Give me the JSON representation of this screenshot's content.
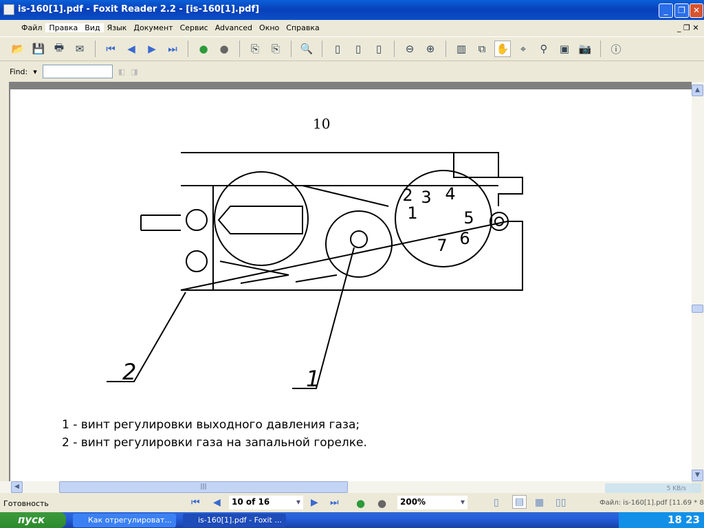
{
  "window": {
    "title": "is-160[1].pdf - Foxit Reader 2.2 - [is-160[1].pdf]"
  },
  "menu": [
    "Файл",
    "Правка",
    "Вид",
    "Язык",
    "Документ",
    "Сервис",
    "Advanced",
    "Окно",
    "Справка"
  ],
  "find": {
    "label": "Find:",
    "value": ""
  },
  "document": {
    "page_number": "10",
    "callout_1": "1",
    "callout_2": "2",
    "dial_digits": [
      "1",
      "2",
      "3",
      "4",
      "5",
      "6",
      "7"
    ],
    "legend": [
      "1 - винт регулировки выходного давления газа;",
      "2 - винт регулировки газа на запальной горелке."
    ]
  },
  "status": {
    "text": "Готовность",
    "page": "10 of 16",
    "zoom": "200%",
    "file_info": "Файл: is-160[1].pdf [11.69 * 8",
    "speed": "5 KB/s"
  },
  "taskbar": {
    "start": "пуск",
    "tasks": [
      "Как отрегулироват...",
      "is-160[1].pdf - Foxit ..."
    ],
    "clock": "18 23"
  }
}
